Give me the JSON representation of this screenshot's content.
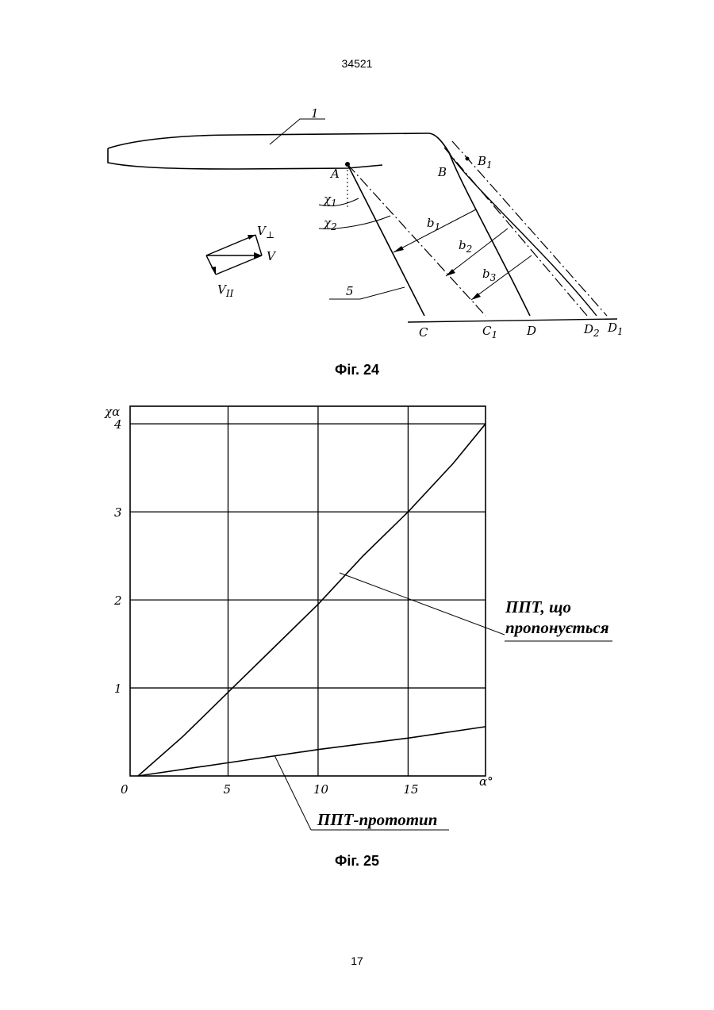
{
  "document": {
    "doc_number": "34521",
    "page_number": "17"
  },
  "fig24": {
    "caption": "Фіг. 24",
    "labels": {
      "part_1": "1",
      "part_5": "5",
      "A": "A",
      "B": "B",
      "B1": "B",
      "B1_sub": "1",
      "C": "C",
      "C1": "C",
      "C1_sub": "1",
      "D": "D",
      "D2": "D",
      "D2_sub": "2",
      "D1": "D",
      "D1_sub": "1",
      "chi1": "χ",
      "chi1_sub": "1",
      "chi2": "χ",
      "chi2_sub": "2",
      "b1": "b",
      "b1_sub": "1",
      "b2": "b",
      "b2_sub": "2",
      "b3": "b",
      "b3_sub": "3",
      "V": "V",
      "V_perp": "V",
      "V_perp_sub": "⊥",
      "V_par": "V",
      "V_par_sub": "II"
    }
  },
  "fig25": {
    "caption": "Фіг. 25",
    "callout_proposed_line1": "ППТ, що",
    "callout_proposed_line2": "пропонується",
    "callout_prototype": "ППТ-прототип",
    "chart_data": {
      "type": "line",
      "xlabel": "α°",
      "ylabel": "χα",
      "x_ticks": [
        "0",
        "5",
        "10",
        "15"
      ],
      "y_ticks": [
        "1",
        "2",
        "3",
        "4"
      ],
      "xlim": [
        0,
        19.3
      ],
      "ylim": [
        0,
        4.2
      ],
      "grid": true,
      "series": [
        {
          "name": "ППТ, що пропонується",
          "x": [
            0,
            2.5,
            5,
            7.5,
            10,
            12.5,
            15,
            17.5,
            19.3
          ],
          "y": [
            0,
            0.45,
            0.95,
            1.45,
            1.95,
            2.5,
            3.0,
            3.55,
            4.0
          ]
        },
        {
          "name": "ППТ-прототип",
          "x": [
            0,
            5,
            10,
            15,
            19.3
          ],
          "y": [
            0,
            0.15,
            0.3,
            0.43,
            0.56
          ]
        }
      ]
    }
  }
}
